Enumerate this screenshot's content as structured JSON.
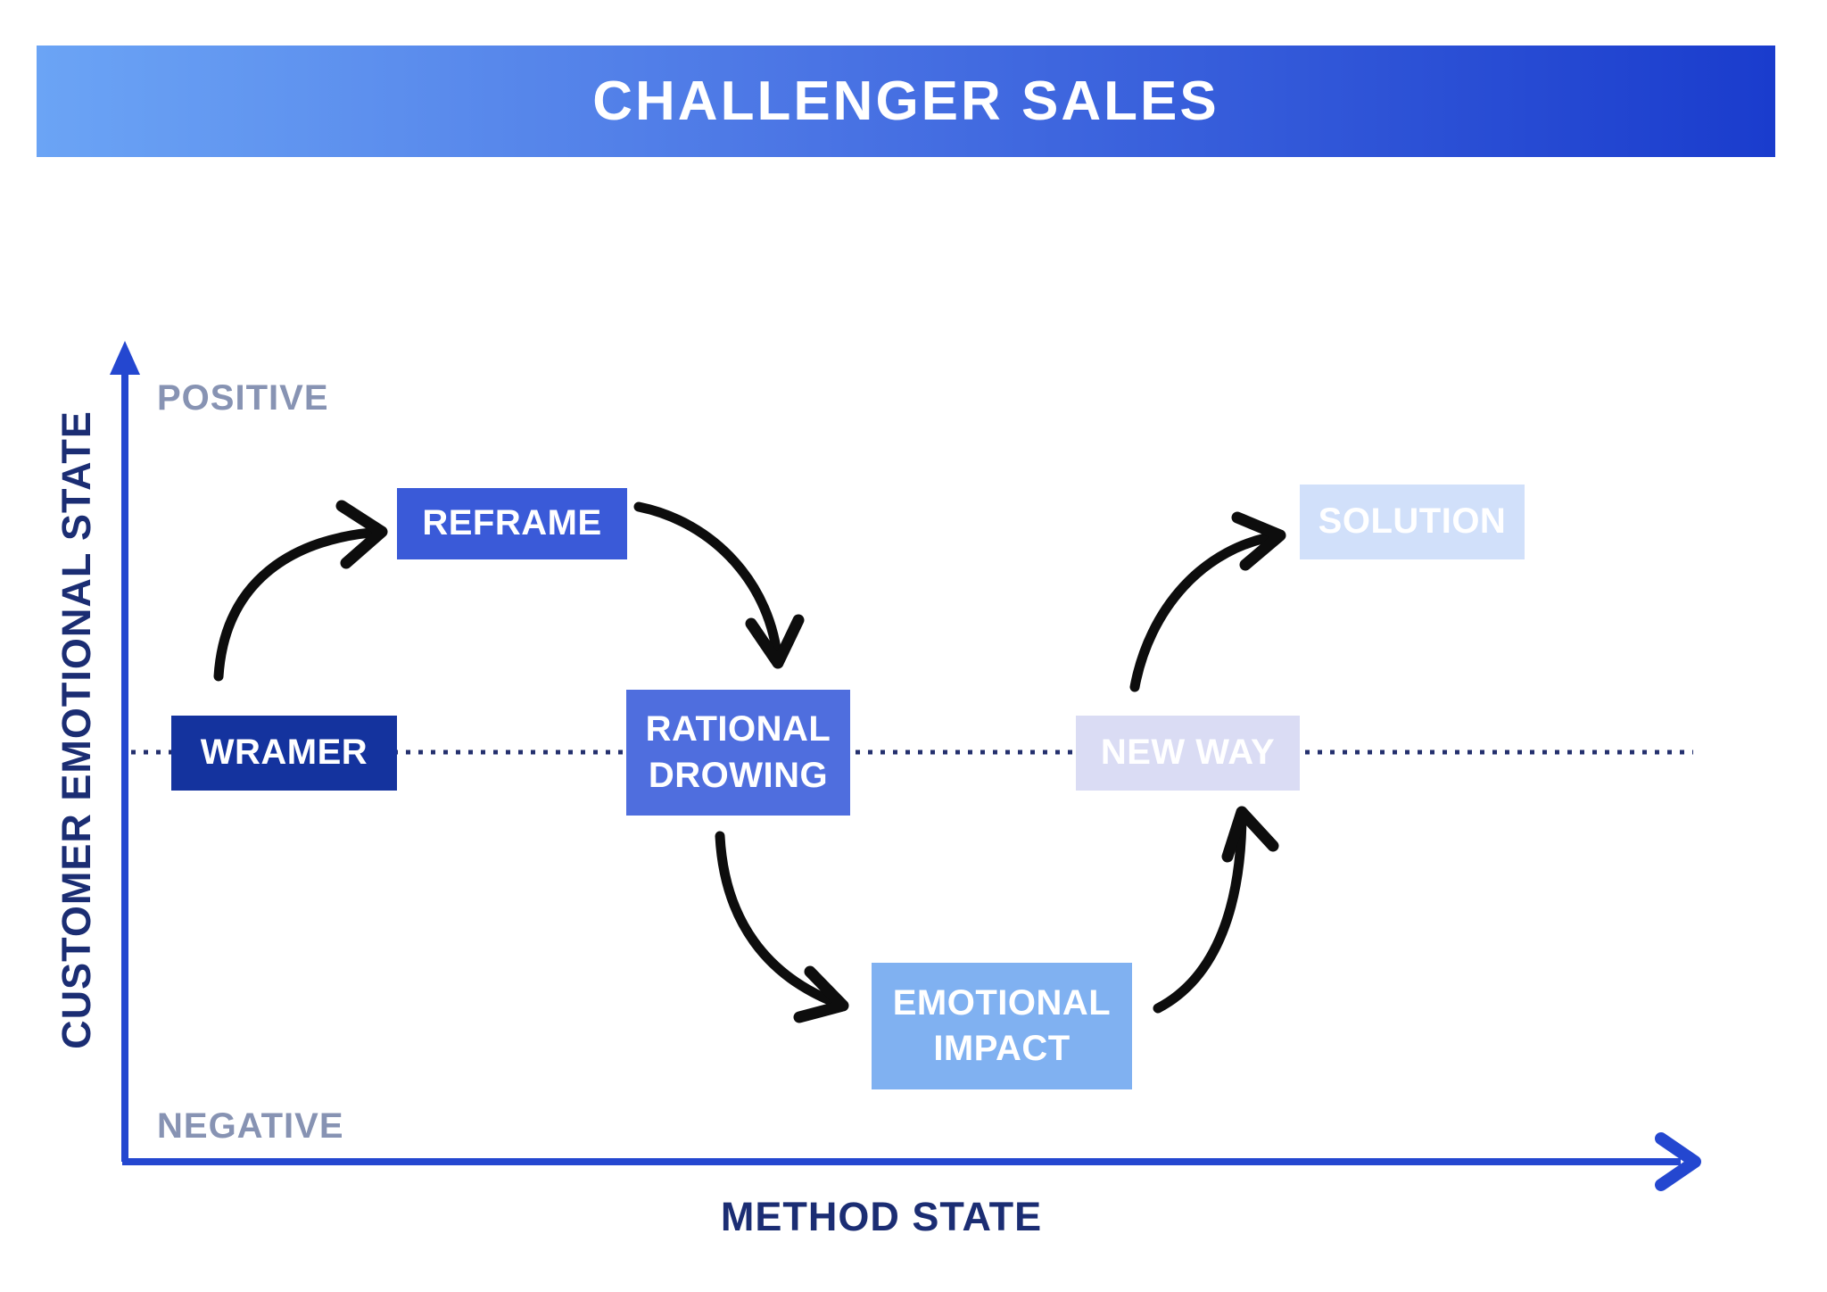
{
  "title": "CHALLENGER SALES",
  "axes": {
    "y_axis_label": "CUSTOMER EMOTIONAL STATE",
    "x_axis_label": "METHOD STATE",
    "y_top_label": "POSITIVE",
    "y_bottom_label": "NEGATIVE"
  },
  "nodes": [
    {
      "id": "wramer",
      "label": "WRAMER",
      "color": "#14339e",
      "text_color": "#ffffff"
    },
    {
      "id": "reframe",
      "label": "REFRAME",
      "color": "#3a5ad8",
      "text_color": "#ffffff"
    },
    {
      "id": "rational-drowing",
      "label": "RATIONAL DROWING",
      "color": "#4f6ede",
      "text_color": "#ffffff"
    },
    {
      "id": "emotional-impact",
      "label": "EMOTIONAL IMPACT",
      "color": "#80b1f1",
      "text_color": "#ffffff"
    },
    {
      "id": "new-way",
      "label": "NEW WAY",
      "color": "#dadcf4",
      "text_color": "#ffffff"
    },
    {
      "id": "solution",
      "label": "SOLUTION",
      "color": "#d1e0fa",
      "text_color": "#ffffff"
    }
  ],
  "flow_order": [
    "WRAMER",
    "REFRAME",
    "RATIONAL DROWING",
    "EMOTIONAL IMPACT",
    "NEW WAY",
    "SOLUTION"
  ],
  "colors": {
    "banner_gradient_left": "#6ba4f5",
    "banner_gradient_right": "#1a3ccd",
    "axis": "#2447d0",
    "axis_title_text": "#1b2d73",
    "polarity_text": "#8793b3",
    "dotted_baseline": "#24306e",
    "arrow": "#0d0d0d",
    "title_text": "#ffffff"
  }
}
